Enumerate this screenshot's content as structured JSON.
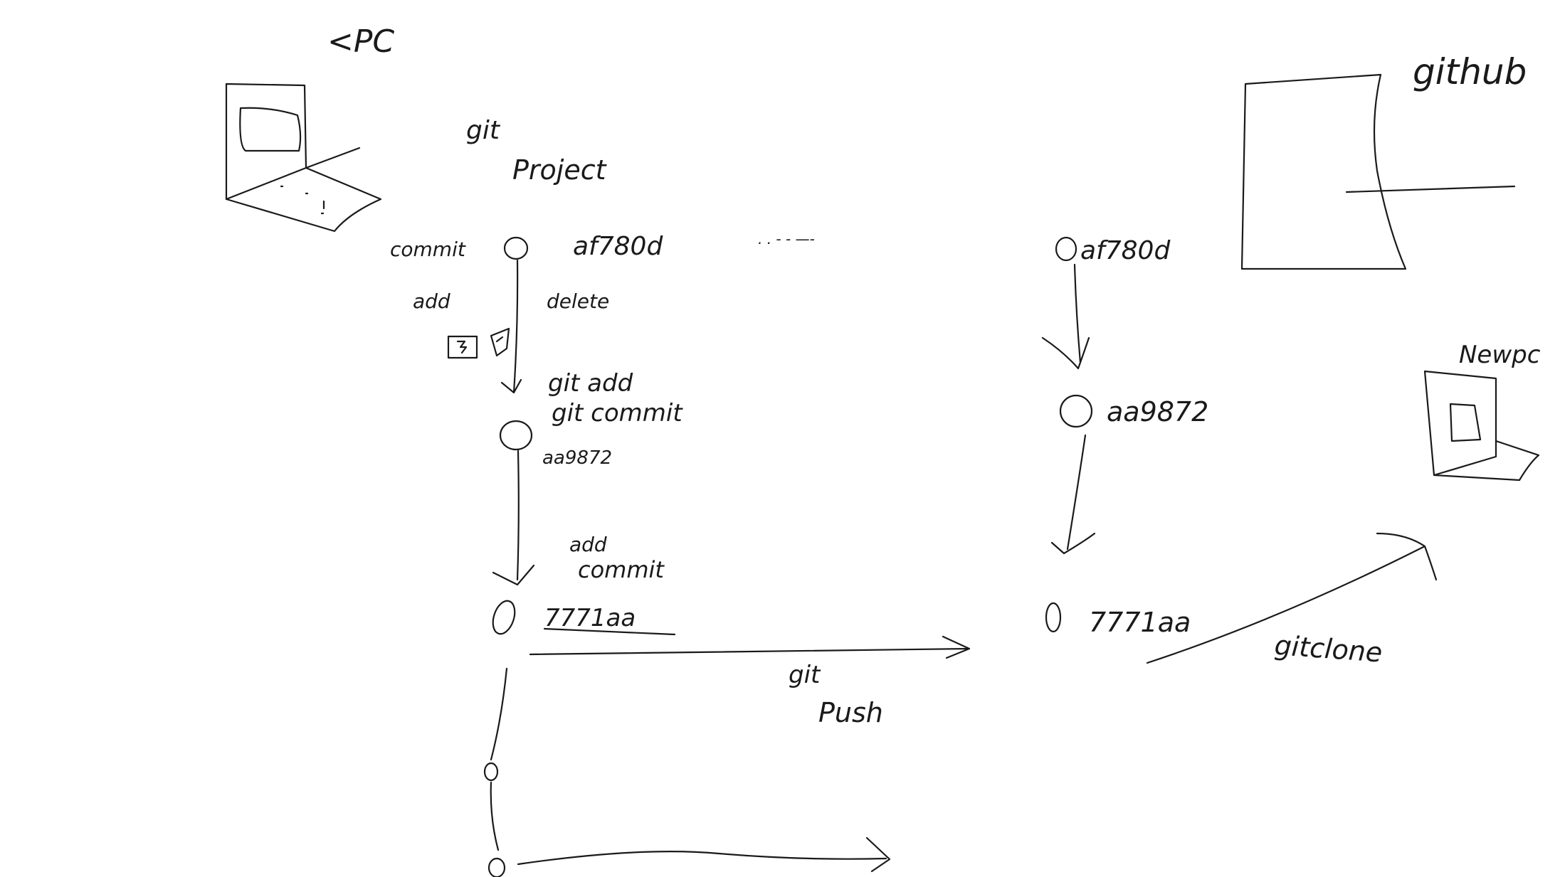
{
  "labels": {
    "my_pc": "<PC",
    "git": "git",
    "project": "Project",
    "commit": "commit",
    "commit1_hash": "af780d",
    "add": "add",
    "delete": "delete",
    "git_add": "git add",
    "git_commit": "git commit",
    "commit2_hash": "aa9872",
    "add2": "add",
    "commit2": "commit",
    "commit3_hash": "7771aa",
    "git_push_1": "git",
    "git_push_2": "Push",
    "github": "github",
    "remote_hash1": "af780d",
    "remote_hash2": "aa9872",
    "remote_hash3": "7771aa",
    "git_clone": "gitclone",
    "new_pc": "Newpc",
    "dots": ". . - - —-"
  }
}
